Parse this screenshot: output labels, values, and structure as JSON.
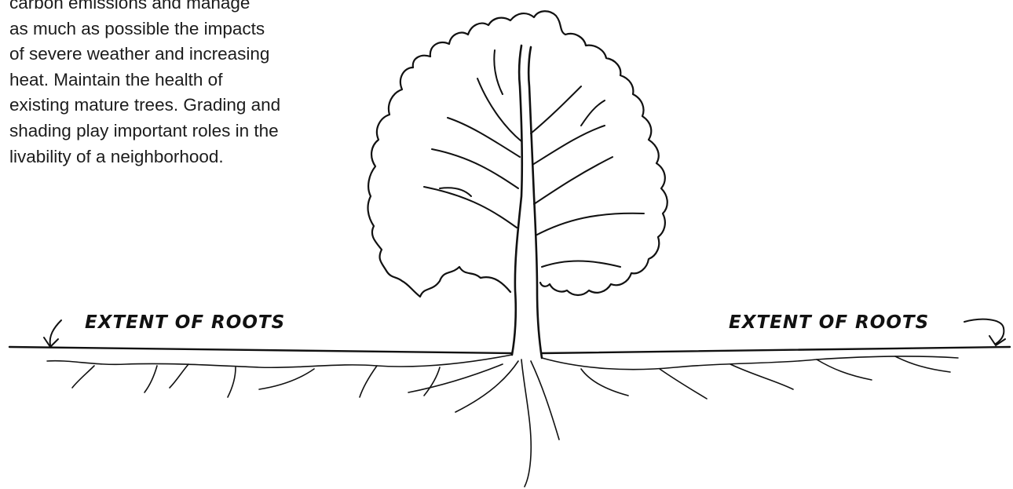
{
  "paragraph": {
    "lines": [
      "carbon emissions and manage",
      "as much as possible the impacts",
      "of severe weather and increasing",
      "heat.  Maintain the health of",
      "existing mature trees.  Grading and",
      "shading play important roles in the",
      "livability of a neighborhood."
    ]
  },
  "labels": {
    "left": "EXTENT OF ROOTS",
    "right": "EXTENT OF ROOTS"
  }
}
